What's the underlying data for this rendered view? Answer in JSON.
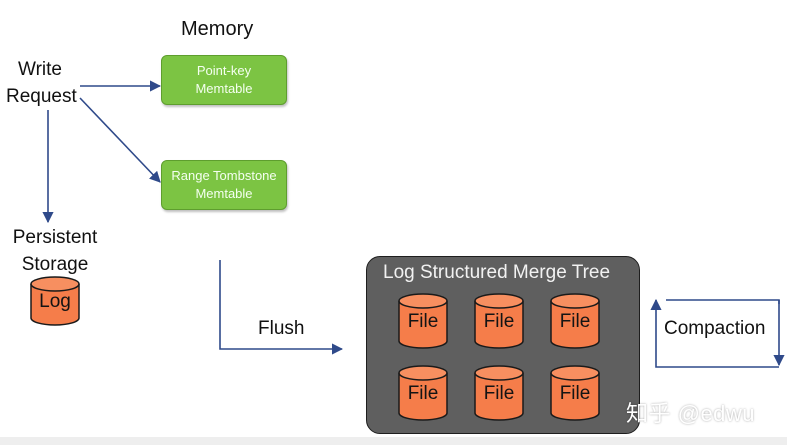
{
  "diagram": {
    "memory_label": "Memory",
    "write_request": [
      "Write",
      "Request"
    ],
    "persistent_storage": [
      "Persistent",
      "Storage"
    ],
    "log_label": "Log",
    "memtables": [
      {
        "lines": [
          "Point-key",
          "Memtable"
        ]
      },
      {
        "lines": [
          "Range Tombstone",
          "Memtable"
        ]
      }
    ],
    "flush_label": "Flush",
    "lsm_title": "Log Structured Merge Tree",
    "files": [
      "File",
      "File",
      "File",
      "File",
      "File",
      "File"
    ],
    "compaction_label": "Compaction",
    "watermark": "知乎 @edwu",
    "colors": {
      "memtable_fill": "#7cc443",
      "cylinder_fill": "#f57d4a",
      "lsm_fill": "#5f5f5f",
      "arrow": "#2f4a8a"
    }
  }
}
